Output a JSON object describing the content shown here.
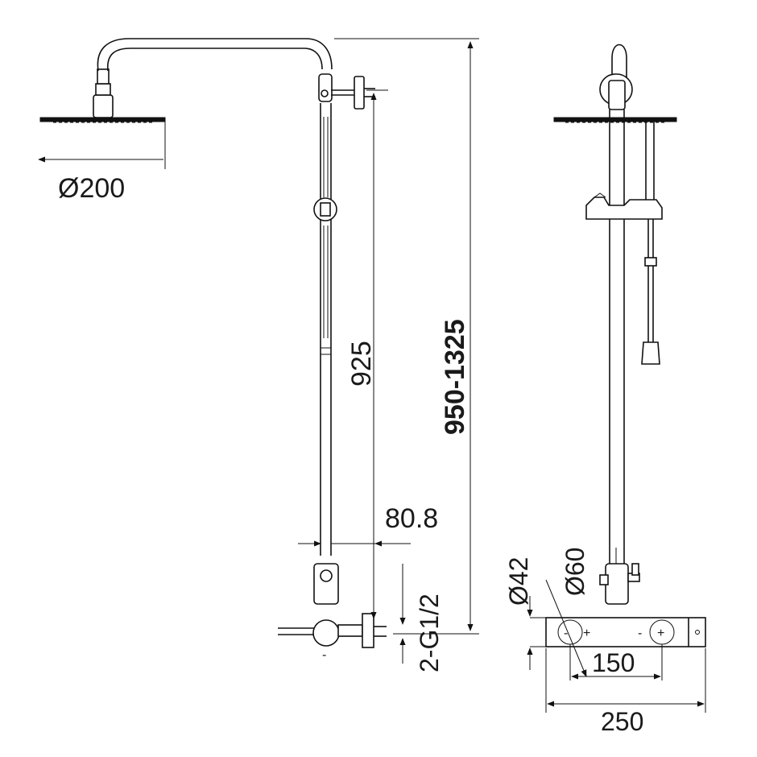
{
  "dimensions": {
    "head_diameter": "Ø200",
    "arm_height": "925",
    "total_height": "950-1325",
    "offset": "80.8",
    "inlet": "2-G1/2",
    "d42": "Ø42",
    "d60": "Ø60",
    "spacing": "150",
    "width": "250"
  }
}
